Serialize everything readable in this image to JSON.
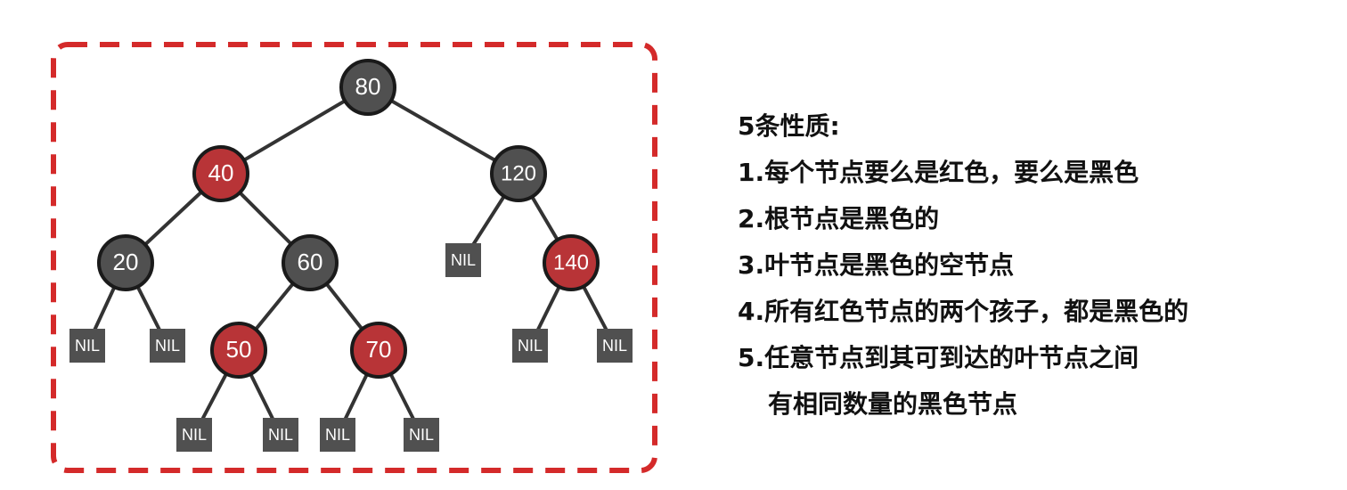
{
  "tree": {
    "nodes": [
      {
        "id": "n80",
        "label": "80",
        "color": "black"
      },
      {
        "id": "n40",
        "label": "40",
        "color": "red"
      },
      {
        "id": "n120",
        "label": "120",
        "color": "black"
      },
      {
        "id": "n20",
        "label": "20",
        "color": "black"
      },
      {
        "id": "n60",
        "label": "60",
        "color": "black"
      },
      {
        "id": "nil120l",
        "label": "NIL",
        "color": "black"
      },
      {
        "id": "n140",
        "label": "140",
        "color": "red"
      },
      {
        "id": "nil20l",
        "label": "NIL",
        "color": "black"
      },
      {
        "id": "nil20r",
        "label": "NIL",
        "color": "black"
      },
      {
        "id": "n50",
        "label": "50",
        "color": "red"
      },
      {
        "id": "n70",
        "label": "70",
        "color": "red"
      },
      {
        "id": "nil140l",
        "label": "NIL",
        "color": "black"
      },
      {
        "id": "nil140r",
        "label": "NIL",
        "color": "black"
      },
      {
        "id": "nil50l",
        "label": "NIL",
        "color": "black"
      },
      {
        "id": "nil50r",
        "label": "NIL",
        "color": "black"
      },
      {
        "id": "nil70l",
        "label": "NIL",
        "color": "black"
      },
      {
        "id": "nil70r",
        "label": "NIL",
        "color": "black"
      }
    ],
    "edges": [
      [
        "n80",
        "n40"
      ],
      [
        "n80",
        "n120"
      ],
      [
        "n40",
        "n20"
      ],
      [
        "n40",
        "n60"
      ],
      [
        "n120",
        "nil120l"
      ],
      [
        "n120",
        "n140"
      ],
      [
        "n20",
        "nil20l"
      ],
      [
        "n20",
        "nil20r"
      ],
      [
        "n60",
        "n50"
      ],
      [
        "n60",
        "n70"
      ],
      [
        "n140",
        "nil140l"
      ],
      [
        "n140",
        "nil140r"
      ],
      [
        "n50",
        "nil50l"
      ],
      [
        "n50",
        "nil50r"
      ],
      [
        "n70",
        "nil70l"
      ],
      [
        "n70",
        "nil70r"
      ]
    ]
  },
  "colors": {
    "black_node": "#505050",
    "red_node": "#b83437",
    "node_border": "#1a1a1a",
    "edge": "#333333",
    "frame_dash": "#d42a2a"
  },
  "rules": {
    "title": "5条性质:",
    "items": [
      "1.每个节点要么是红色，要么是黑色",
      "2.根节点是黑色的",
      "3.叶节点是黑色的空节点",
      "4.所有红色节点的两个孩子，都是黑色的",
      "5.任意节点到其可到达的叶节点之间"
    ],
    "continuation": "有相同数量的黑色节点"
  }
}
